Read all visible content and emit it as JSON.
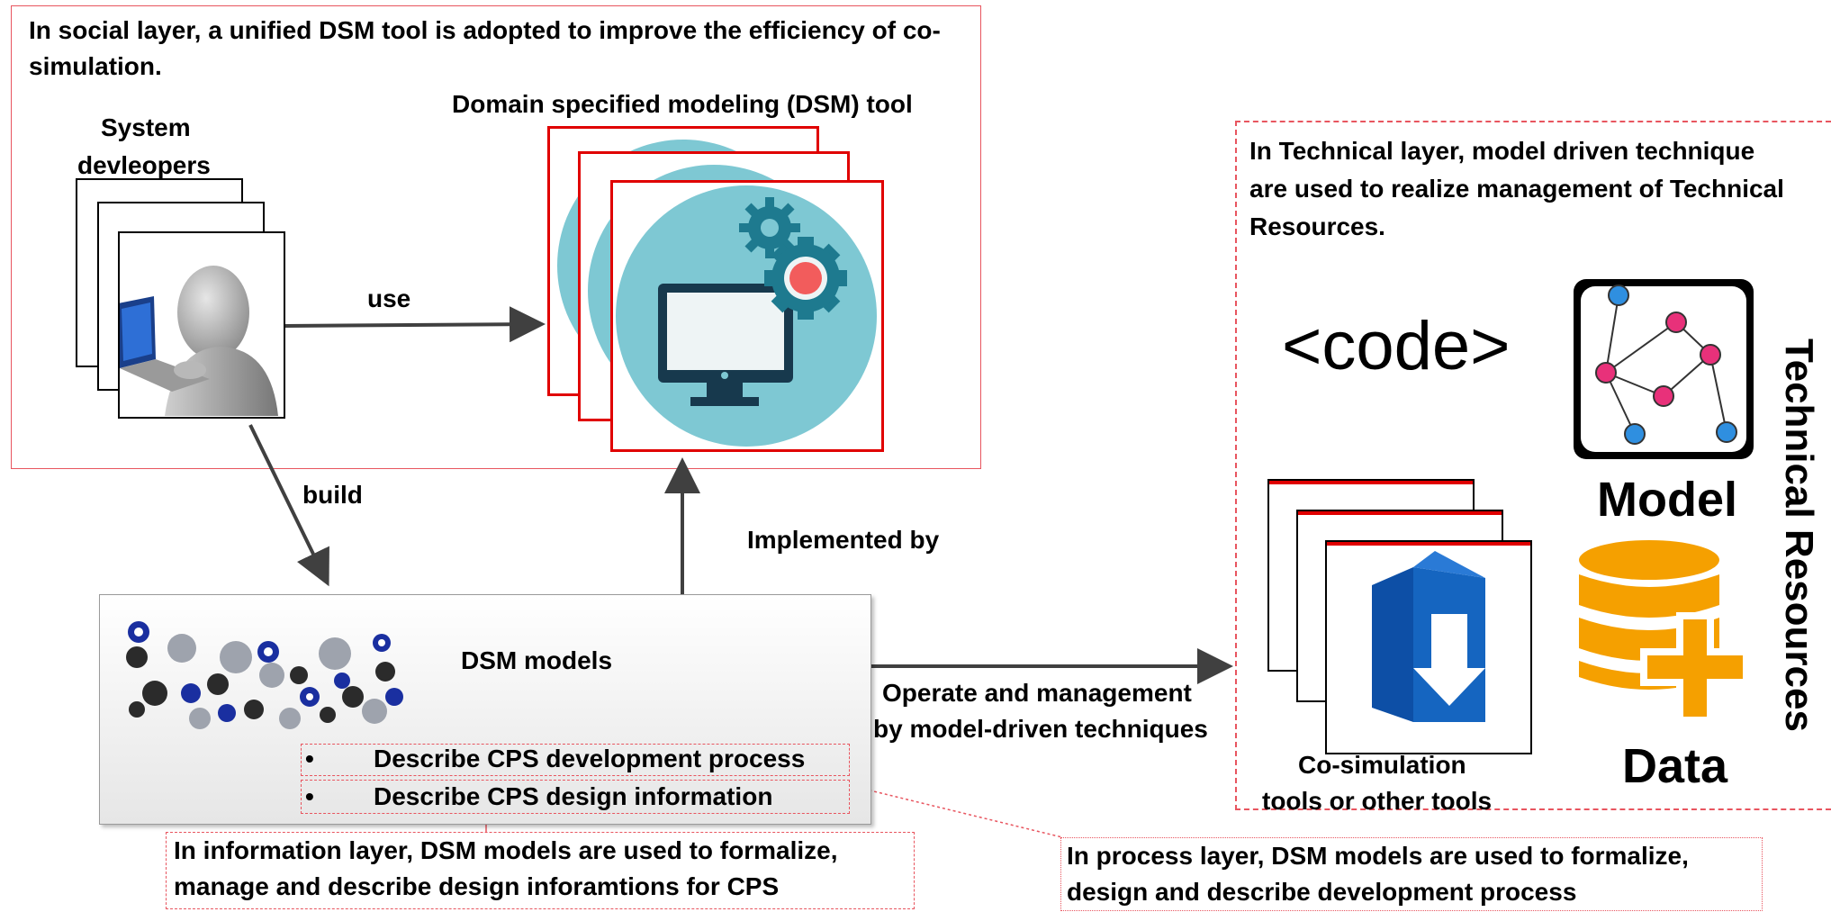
{
  "social": {
    "description": "In social layer, a unified DSM tool is adopted to improve the efficiency of co-simulation.",
    "developers_label_1": "System",
    "developers_label_2": "devleopers",
    "tool_label": "Domain specified modeling (DSM) tool",
    "use_label": "use"
  },
  "build_label": "build",
  "implemented_label": "Implemented by",
  "dsm": {
    "title": "DSM models",
    "bullet_1": "Describe CPS development process",
    "bullet_2": "Describe CPS design information",
    "bullet_symbol": "•"
  },
  "operate_label_1": "Operate and management",
  "operate_label_2": "by model-driven techniques",
  "info_layer": {
    "line_1": "In information layer, DSM models are used to  formalize,",
    "line_2": "manage and describe design inforamtions for CPS"
  },
  "process_layer": {
    "line_1": "In process layer, DSM models are used to  formalize,",
    "line_2": "design and describe development process"
  },
  "technical": {
    "description_1": "In Technical layer,  model driven technique",
    "description_2": "are used to realize management of Technical",
    "description_3": "Resources.",
    "code_label": "<code>",
    "model_label": "Model",
    "data_label": "Data",
    "tools_label_1": "Co-simulation",
    "tools_label_2": "tools or other tools",
    "side_title": "Technical Resources"
  },
  "colors": {
    "frame_red": "#e8555f",
    "card_red": "#e00000",
    "arrow": "#404040",
    "teal": "#7ec8d3",
    "gear_dark": "#1e7a8f",
    "gear_red": "#f25c5c",
    "monitor": "#17394d",
    "node_pink": "#e8317a",
    "node_blue": "#2f8fe0",
    "db_orange": "#f5a000",
    "box_blue": "#1565c0"
  },
  "icons": [
    "person-laptop-icon",
    "gear-monitor-icon",
    "gears-cluster-icon",
    "graph-model-icon",
    "database-plus-icon",
    "download-box-icon"
  ]
}
